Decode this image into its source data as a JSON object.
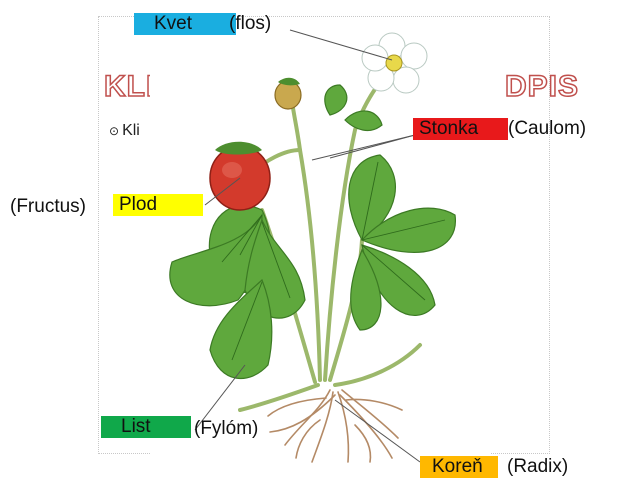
{
  "slide": {
    "title_left": "KLI",
    "title_right": "DPIS",
    "bullet_text": "Kli"
  },
  "labels": {
    "kvet": {
      "name": "Kvet",
      "latin": "(flos)",
      "color": "#1aaee0"
    },
    "stonka": {
      "name": "Stonka",
      "latin": "(Caulom)",
      "color": "#e8191b"
    },
    "plod": {
      "name": "Plod",
      "latin": "(Fructus)",
      "color": "#ffff00"
    },
    "list": {
      "name": "List",
      "latin": "(Fylóm)",
      "color": "#10a84a"
    },
    "koren": {
      "name": "Koreň",
      "latin": "(Radix)",
      "color": "#ffb800"
    }
  }
}
